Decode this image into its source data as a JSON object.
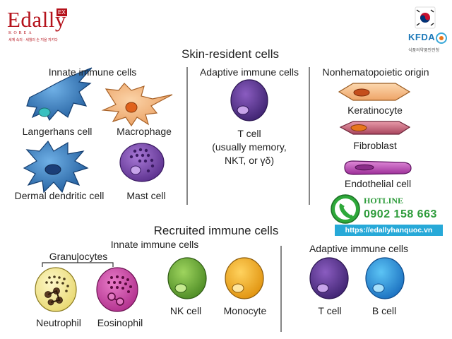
{
  "brand": {
    "name": "Edally",
    "badge": "EX",
    "sub": "KOREA",
    "tagline": "세계 속의 · 세월의 손 지을 지키다",
    "accent": "#b5121b"
  },
  "kfda": {
    "name": "KFDA",
    "sub": "식품의약품안전청",
    "color": "#1c78b8"
  },
  "contact": {
    "hotline_label": "HOTLINE",
    "phone": "0902 158 663",
    "url": "https://edallyhanquoc.vn",
    "color": "#2e9c3b"
  },
  "diagram": {
    "resident": {
      "title": "Skin-resident cells",
      "innate": {
        "title": "Innate immune cells",
        "cells": [
          "Langerhans cell",
          "Macrophage",
          "Dermal dendritic cell",
          "Mast cell"
        ]
      },
      "adaptive": {
        "title": "Adaptive immune cells",
        "cell_line1": "T cell",
        "cell_line2": "(usually memory,",
        "cell_line3": "NKT, or γδ)"
      },
      "nonhem": {
        "title": "Nonhematopoietic origin",
        "cells": [
          "Keratinocyte",
          "Fibroblast",
          "Endothelial cell"
        ]
      }
    },
    "recruited": {
      "title": "Recruited immune cells",
      "innate": {
        "title": "Innate immune cells",
        "group": "Granulocytes",
        "cells": [
          "Neutrophil",
          "Eosinophil",
          "NK cell",
          "Monocyte"
        ]
      },
      "adaptive": {
        "title": "Adaptive immune cells",
        "cells": [
          "T cell",
          "B cell"
        ]
      }
    }
  }
}
